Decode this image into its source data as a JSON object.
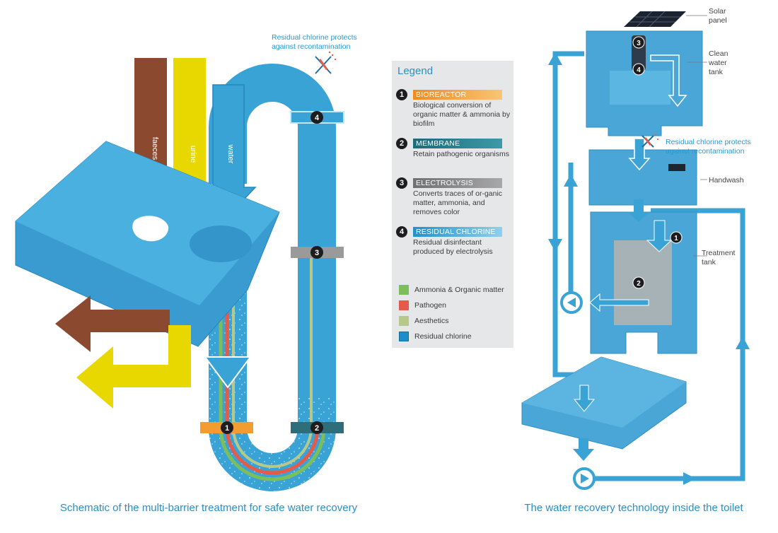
{
  "schematic": {
    "faeces_label": "faeces",
    "urine_label": "urine",
    "water_label": "water",
    "chlorine_note": "Residual chlorine protects\nagainst recontamination",
    "caption": "Schematic of the multi-barrier treatment for safe water recovery",
    "markers": [
      "1",
      "2",
      "3",
      "4"
    ]
  },
  "legend": {
    "title": "Legend",
    "steps": [
      {
        "num": "1",
        "name": "BIOREACTOR",
        "desc": "Biological conversion of organic matter & ammonia by biofilm",
        "color": "#f39c2f"
      },
      {
        "num": "2",
        "name": "MEMBRANE",
        "desc": "Retain pathogenic organisms",
        "color": "#2a8190"
      },
      {
        "num": "3",
        "name": "ELECTROLYSIS",
        "desc": "Converts traces of or-ganic matter, ammonia, and removes color",
        "color": "#8c8c8c"
      },
      {
        "num": "4",
        "name": "RESIDUAL CHLORINE",
        "desc": "Residual disinfectant produced by electrolysis",
        "color": "#35a8d8"
      }
    ],
    "keys": [
      {
        "label": "Ammonia & Organic matter",
        "color": "#7cbf5a"
      },
      {
        "label": "Pathogen",
        "color": "#e65a4a"
      },
      {
        "label": "Aesthetics",
        "color": "#b6c98a"
      },
      {
        "label": "Residual chlorine",
        "color": "#1f8ec8"
      }
    ]
  },
  "toilet": {
    "solar_panel": "Solar\npanel",
    "clean_tank": "Clean\nwater\ntank",
    "chlorine_note": "Residual chlorine protects\nagainst recontamination",
    "handwash": "Handwash",
    "treatment_tank": "Treatment\ntank",
    "caption": "The water recovery technology inside the toilet",
    "markers": [
      "1",
      "2",
      "3",
      "4"
    ]
  },
  "colors": {
    "pipe": "#3aa3d6",
    "pipe_dark": "#2486bd",
    "faeces": "#8b4a2f",
    "urine": "#e8d800",
    "caption": "#2a8fc8",
    "housing": "#4aa6d6"
  }
}
